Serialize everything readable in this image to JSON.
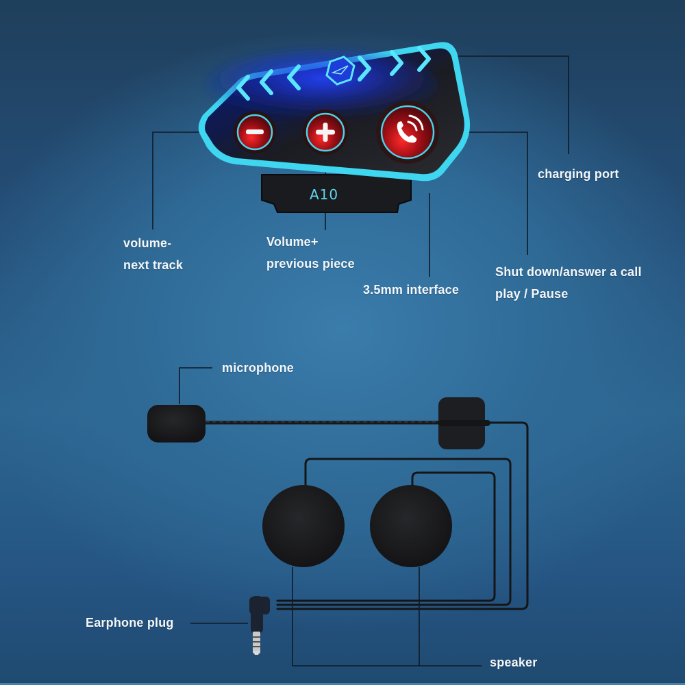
{
  "device": {
    "model": "A10",
    "buttons": [
      {
        "name": "volume-minus",
        "icon": "minus-icon"
      },
      {
        "name": "volume-plus",
        "icon": "plus-icon"
      },
      {
        "name": "call",
        "icon": "phone-icon"
      }
    ],
    "led_icon": "chevron-arrows-icon",
    "logo_icon": "hexagon-logo-icon"
  },
  "labels": {
    "volume_minus": [
      "volume-",
      "next track"
    ],
    "volume_plus": [
      "Volume+",
      "previous piece"
    ],
    "interface": "3.5mm interface",
    "charging_port": "charging port",
    "call": [
      "Shut down/answer a call",
      "play / Pause"
    ],
    "microphone": "microphone",
    "earphone_plug": "Earphone plug",
    "speaker": "speaker"
  },
  "colors": {
    "background_top": "#1f3f5c",
    "background_mid": "#2f6a96",
    "accent_cyan": "#3fd6f0",
    "led_blue": "#1a3cff",
    "button_red": "#c4141c",
    "body_dark": "#1c1d20",
    "label_text": "#f4f7fa",
    "leader_line": "#0e1a26"
  }
}
